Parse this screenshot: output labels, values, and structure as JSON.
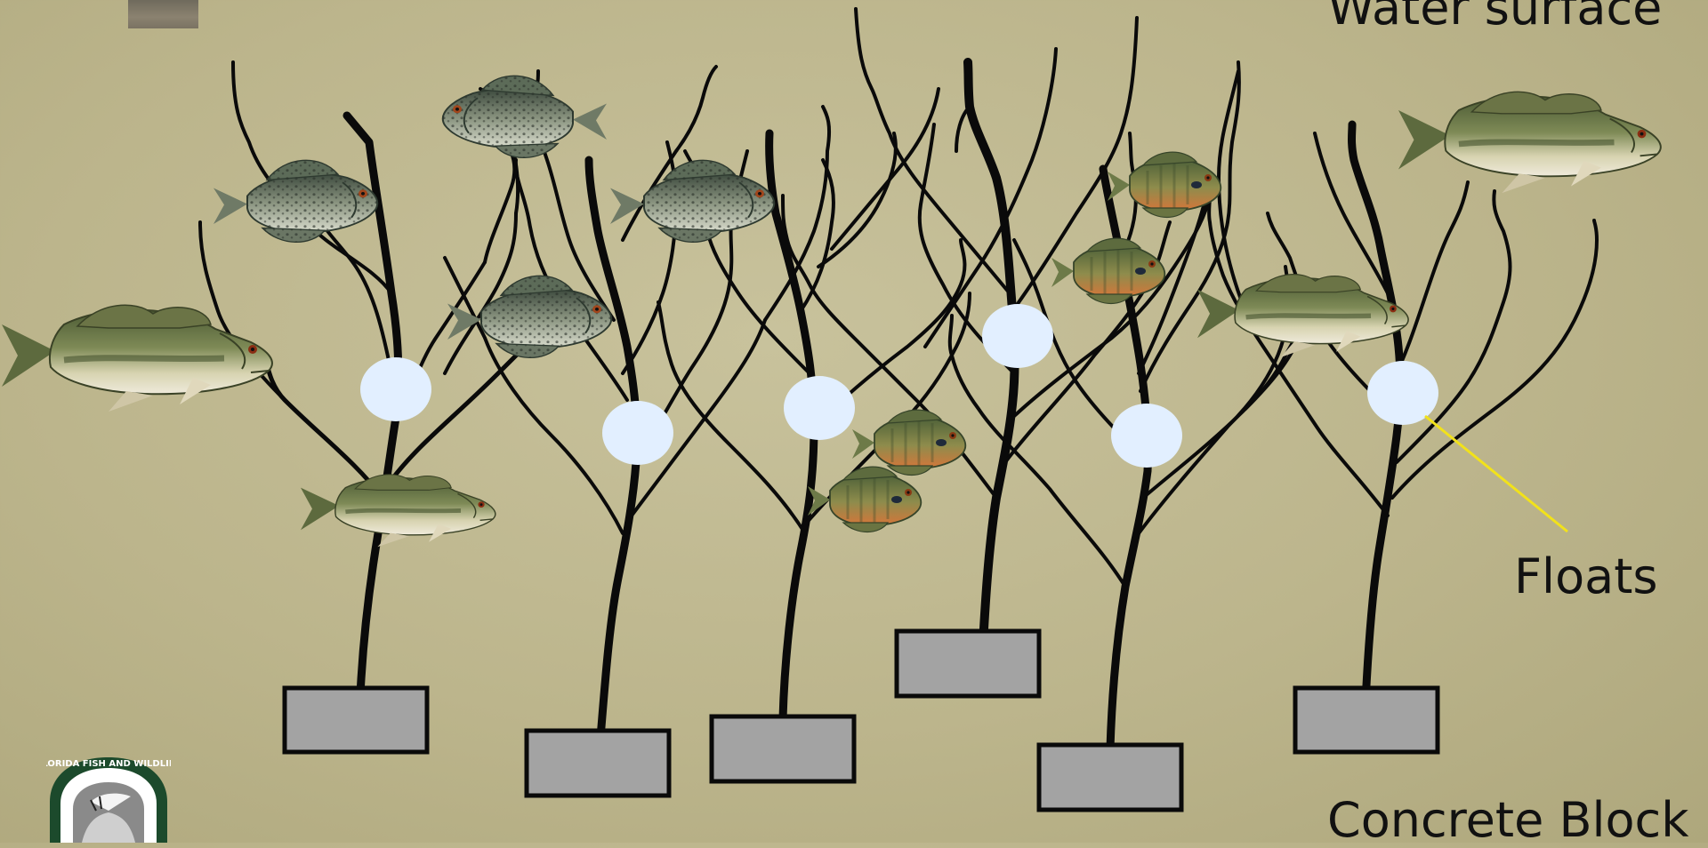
{
  "labels": {
    "water_surface": "Water surface",
    "floats": "Floats",
    "concrete_block": "Concrete Block"
  },
  "logo": {
    "text": "FLORIDA FISH AND WILDLIFE"
  },
  "colors": {
    "background": "#bcb58c",
    "branch": "#0a0a0a",
    "float": "#e2efff",
    "block": "#a3a3a3",
    "pointer": "#f2e21a"
  },
  "fish": {
    "crappie": "crappie",
    "bluegill": "bluegill",
    "largemouth_bass": "largemouth bass"
  }
}
